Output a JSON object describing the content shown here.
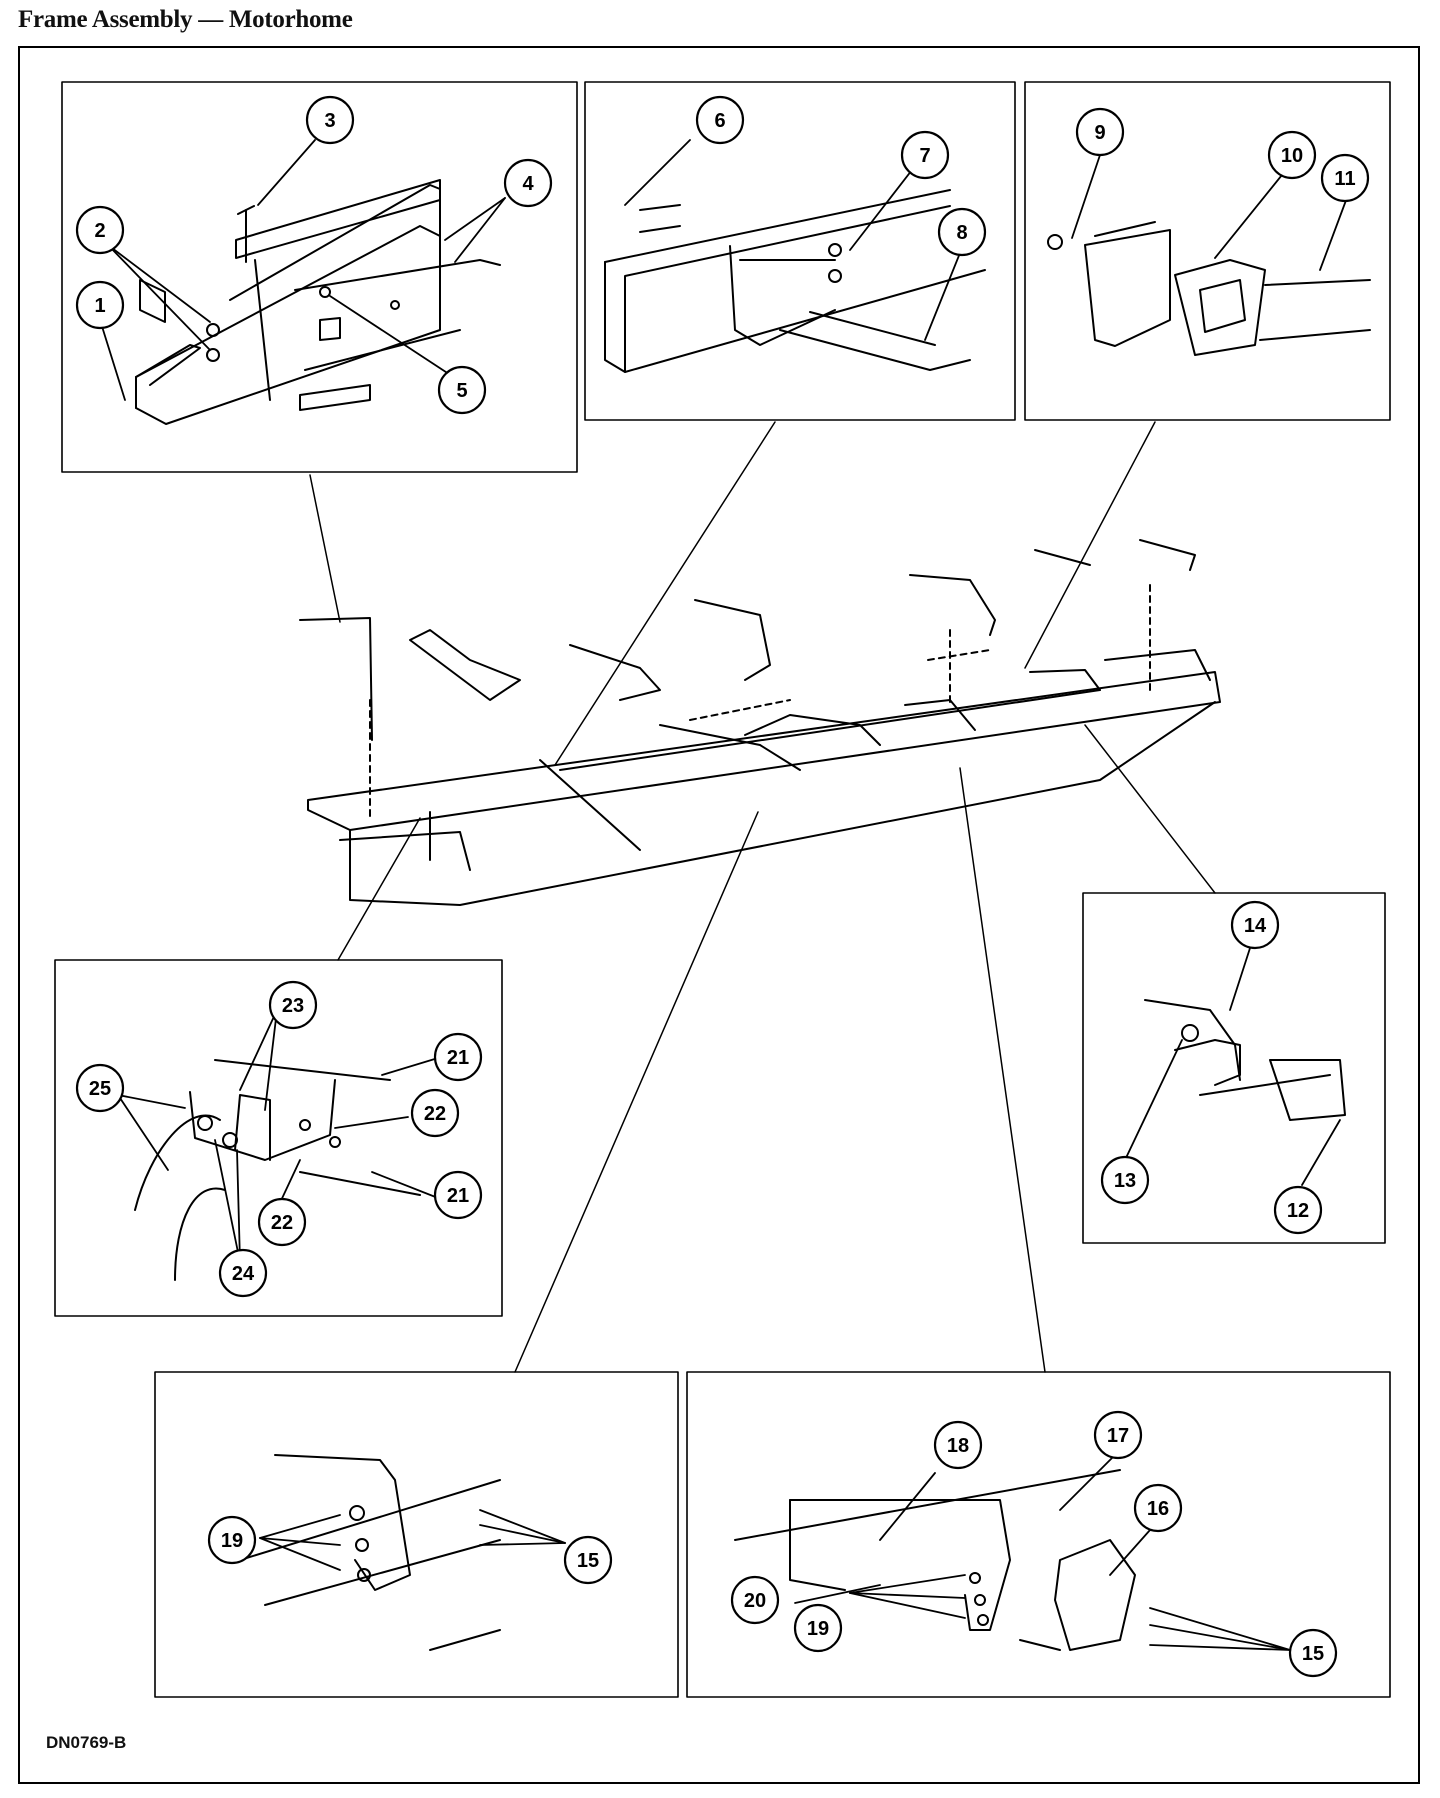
{
  "title": "Frame Assembly — Motorhome",
  "document_code": "DN0769-B",
  "callouts": {
    "c1": "1",
    "c2": "2",
    "c3": "3",
    "c4": "4",
    "c5": "5",
    "c6": "6",
    "c7": "7",
    "c8": "8",
    "c9": "9",
    "c10": "10",
    "c11": "11",
    "c12": "12",
    "c13": "13",
    "c14": "14",
    "c15": "15",
    "c16": "16",
    "c17": "17",
    "c18": "18",
    "c19": "19",
    "c20": "20",
    "c21": "21",
    "c22": "22",
    "c23": "23",
    "c24": "24",
    "c25": "25"
  }
}
